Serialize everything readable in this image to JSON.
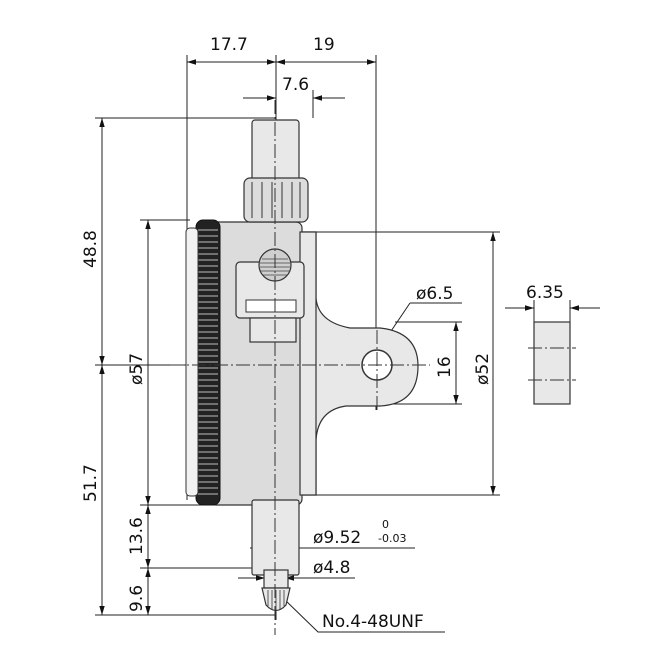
{
  "dimensions": {
    "d17_7": "17.7",
    "d19": "19",
    "d7_6": "7.6",
    "d48_8": "48.8",
    "d51_7": "51.7",
    "d_o57": "ø57",
    "d_o6_5": "ø6.5",
    "d16": "16",
    "d_o52": "ø52",
    "d6_35": "6.35",
    "d13_6": "13.6",
    "d9_6": "9.6",
    "d_o9_52": "ø9.52",
    "tol_upper": "0",
    "tol_lower": "-0.03",
    "d_o4_8": "ø4.8",
    "thread": "No.4-48UNF"
  }
}
